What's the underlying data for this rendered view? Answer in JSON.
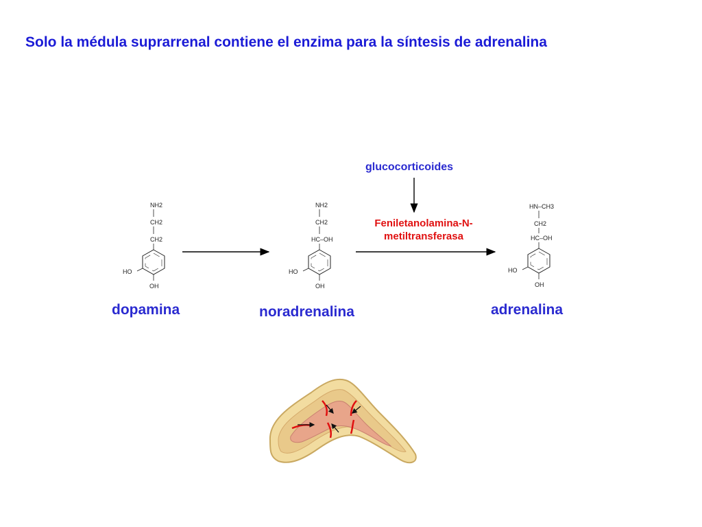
{
  "title": "Solo la médula suprarrenal contiene el enzima para la síntesis de adrenalina",
  "regulator": "glucocorticoides",
  "enzyme": "Feniletanolamina-N-metiltransferasa",
  "molecules": [
    {
      "name": "dopamina",
      "groups": {
        "g1": "NH2",
        "g2": "CH2",
        "g3": "CH2",
        "ho": "HO",
        "oh": "OH"
      }
    },
    {
      "name": "noradrenalina",
      "groups": {
        "g1": "NH2",
        "g2": "CH2",
        "g3": "HC–OH",
        "ho": "HO",
        "oh": "OH"
      }
    },
    {
      "name": "adrenalina",
      "groups": {
        "g1": "HN–CH3",
        "g2": "CH2",
        "g3": "HC–OH",
        "ho": "HO",
        "oh": "OH"
      }
    }
  ],
  "colors": {
    "title": "#1b1bd6",
    "labels": "#2a2ad0",
    "enzyme": "#e01010",
    "gland_cortex": "#f2dca0",
    "gland_medulla": "#e8a58a",
    "gland_vessels": "#e01010"
  },
  "icons": [
    "reaction-arrow",
    "regulation-arrow",
    "adrenal-gland-illustration"
  ]
}
